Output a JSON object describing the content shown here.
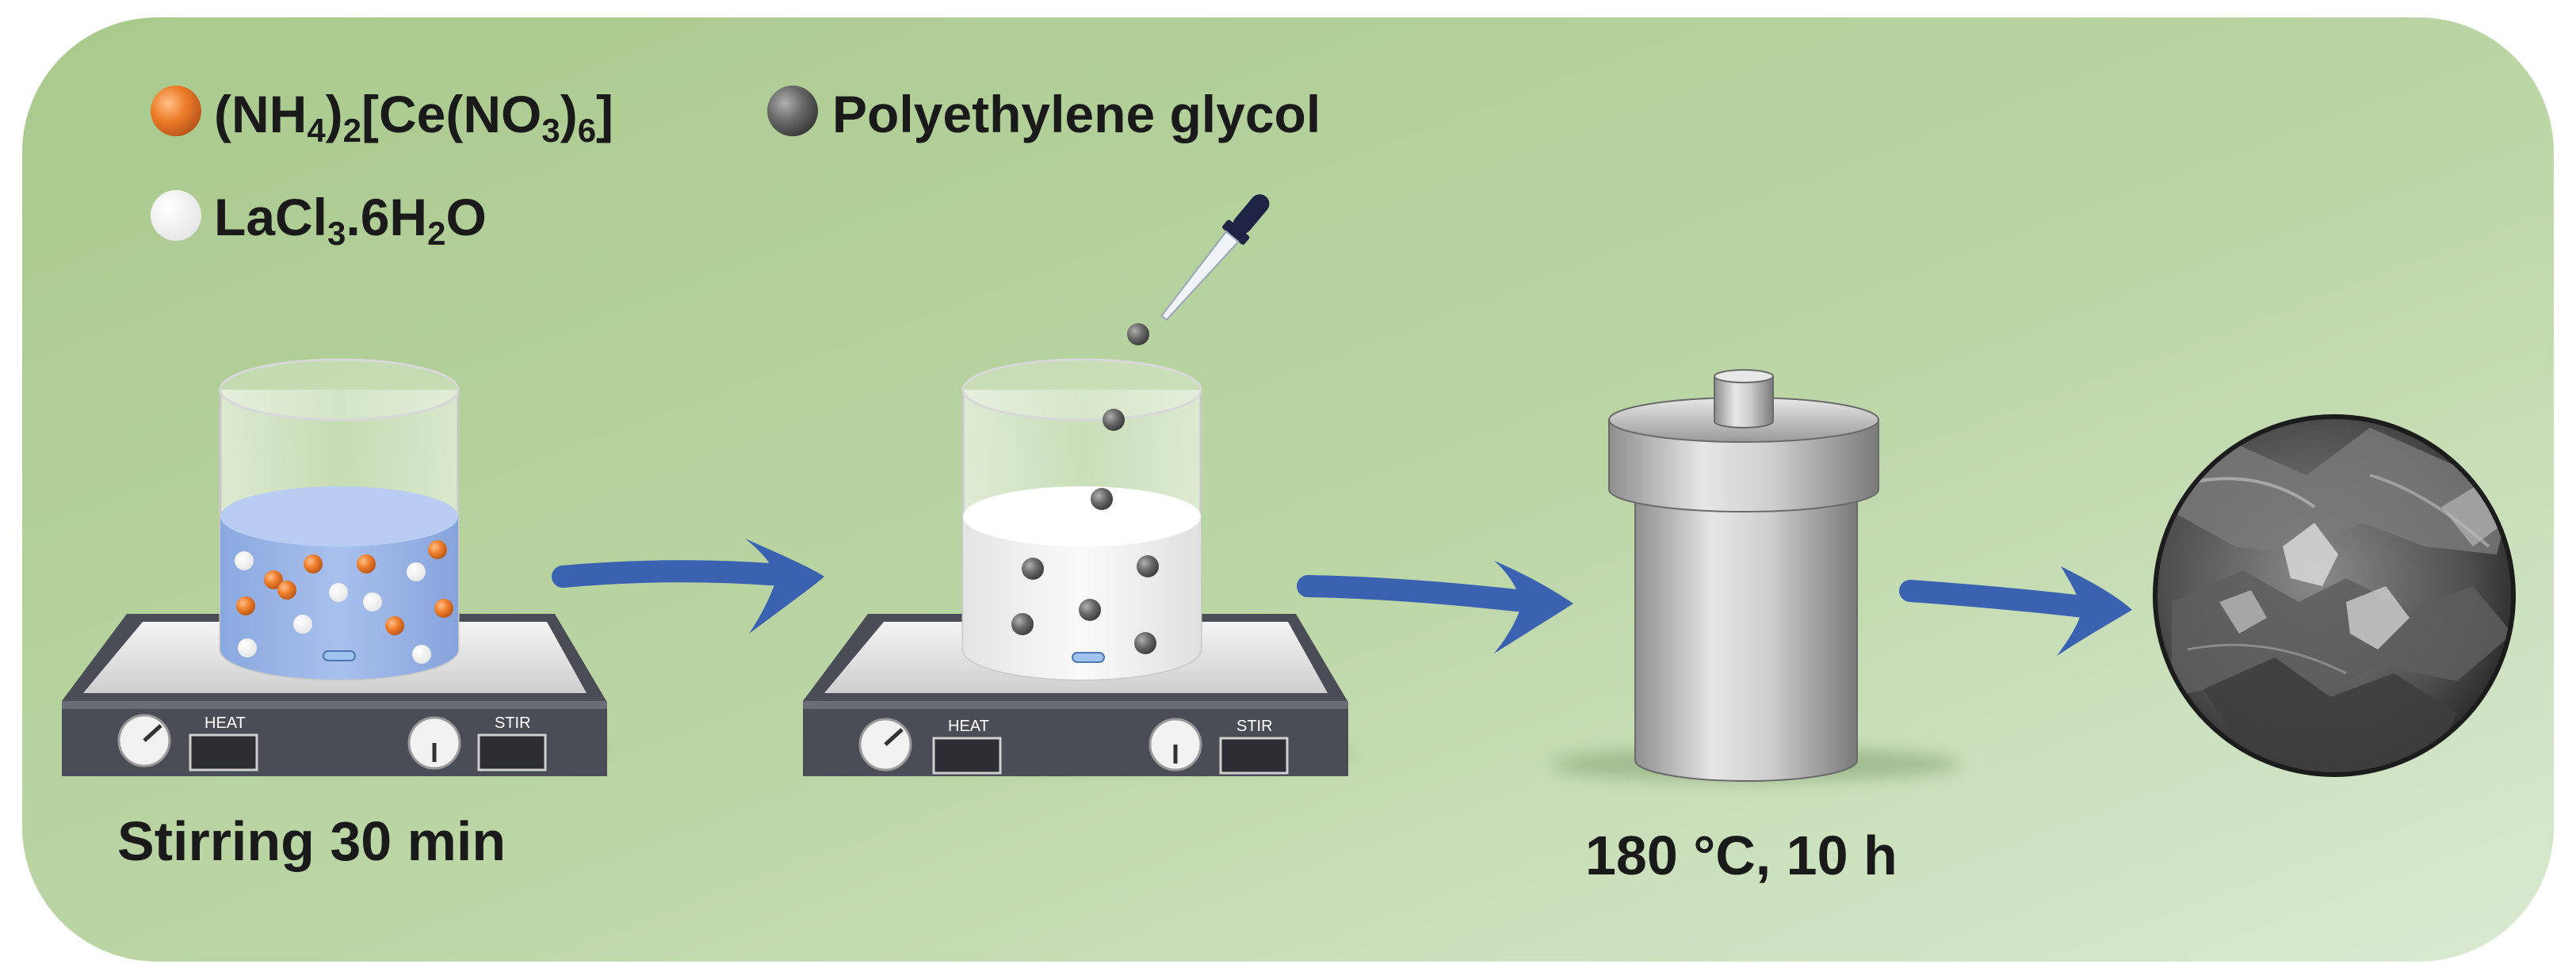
{
  "legend": [
    {
      "marker": "orange-sphere",
      "color": "#ee7d2a",
      "parts": [
        {
          "t": "(NH"
        },
        {
          "sub": "4"
        },
        {
          "t": ")"
        },
        {
          "sub": "2"
        },
        {
          "t": "[Ce(NO"
        },
        {
          "sub": "3"
        },
        {
          "t": ")"
        },
        {
          "sub": "6"
        },
        {
          "t": "]"
        }
      ]
    },
    {
      "marker": "white-sphere",
      "color": "#ffffff",
      "parts": [
        {
          "t": "LaCl"
        },
        {
          "sub": "3"
        },
        {
          "t": ".6H"
        },
        {
          "sub": "2"
        },
        {
          "t": "O"
        }
      ]
    },
    {
      "marker": "gray-sphere",
      "color": "#5f5f5f",
      "parts": [
        {
          "t": "Polyethylene glycol"
        }
      ]
    }
  ],
  "stirrer_labels": {
    "heat": "HEAT",
    "stir": "STIR"
  },
  "steps": {
    "stirring": "Stirring 30 min",
    "hydrothermal": "180 °C, 10 h"
  },
  "colors": {
    "background_light": "#d7e8cd",
    "background_dark": "#a8c98c",
    "arrow": "#3a62b0",
    "solution_blue": "#9ab5e6",
    "solution_white": "#f2f2f2",
    "stirrer_body": "#4a4d55",
    "autoclave": "#bdbdbd"
  }
}
